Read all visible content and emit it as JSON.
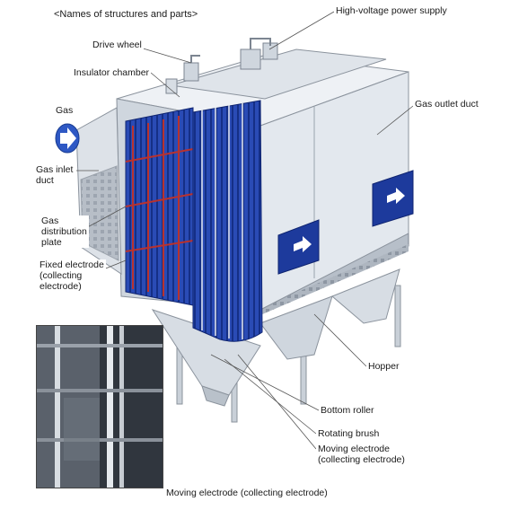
{
  "header": {
    "title": "<Names of structures and parts>"
  },
  "labels": {
    "high_voltage_power_supply": "High-voltage power supply",
    "drive_wheel": "Drive wheel",
    "insulator_chamber": "Insulator chamber",
    "gas": "Gas",
    "gas_outlet_duct": "Gas outlet duct",
    "gas_inlet_duct": "Gas inlet\nduct",
    "gas_distribution_plate": "Gas\ndistribution\nplate",
    "fixed_electrode": "Fixed electrode\n(collecting\nelectrode)",
    "hopper": "Hopper",
    "bottom_roller": "Bottom roller",
    "rotating_brush": "Rotating brush",
    "moving_electrode": "Moving electrode\n(collecting electrode)"
  },
  "photo": {
    "caption": "Moving electrode (collecting electrode)"
  },
  "colors": {
    "casing": "#e9edf2",
    "casing_shade": "#c9d0d8",
    "electrode_blue": "#1f3fa8",
    "electrode_red": "#b8322f",
    "window_blue": "#1d3a9c",
    "arrow_blue": "#2e58c4"
  }
}
